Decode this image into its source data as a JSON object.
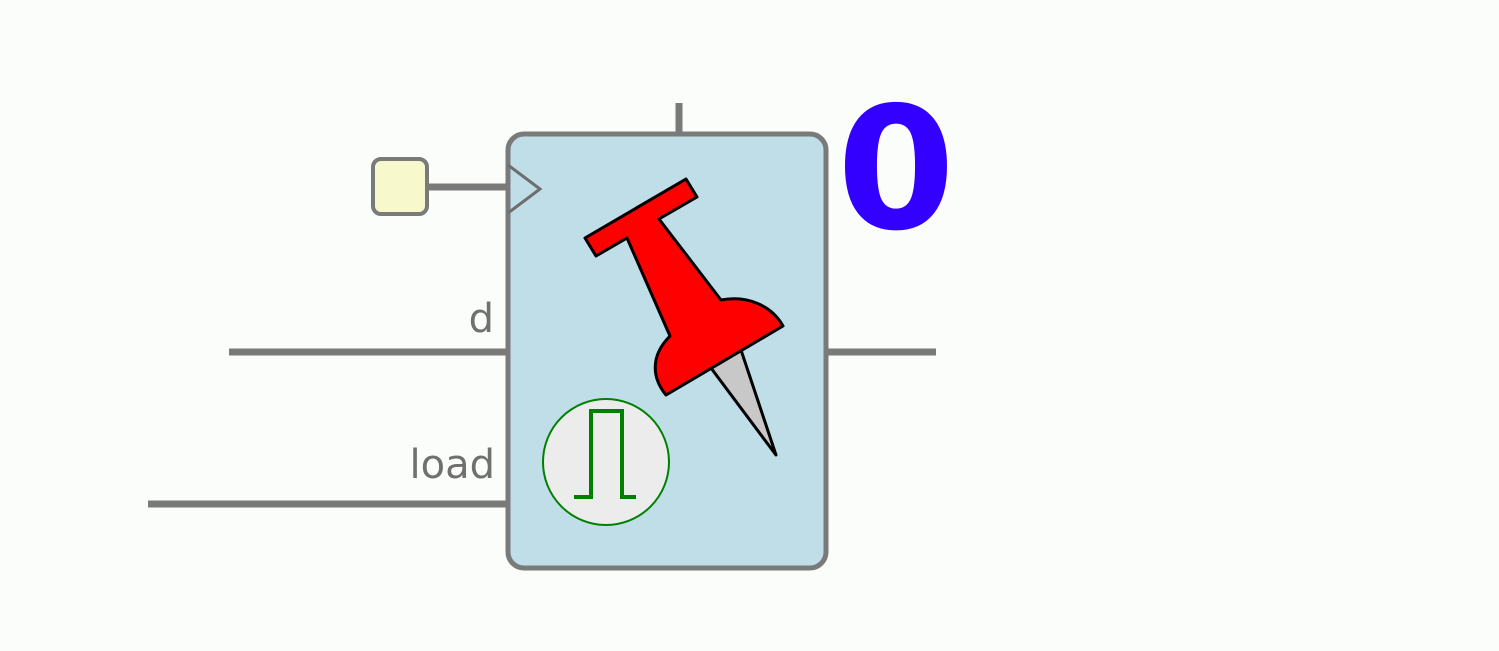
{
  "register": {
    "value": "0",
    "inputs": {
      "d_label": "d",
      "load_label": "load"
    }
  },
  "colors": {
    "body_fill": "#c0dee8",
    "body_stroke": "#7a7a7a",
    "wire": "#7a7a7a",
    "value_text": "#3300ff",
    "clock_box_fill": "#f7f8cc",
    "pin_red": "#ff0000",
    "pulse_green": "#008000"
  },
  "icons": [
    "pushpin-icon",
    "pulse-icon",
    "clock-input-icon"
  ]
}
